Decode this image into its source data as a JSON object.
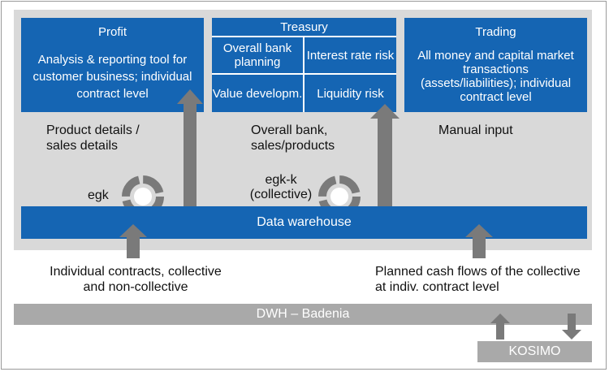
{
  "profit": {
    "title": "Profit",
    "body": "Analysis & reporting tool for customer business; individual contract level"
  },
  "treasury": {
    "title": "Treasury",
    "cells": [
      "Overall bank planning",
      "Interest rate risk",
      "Value developm.",
      "Liquidity risk"
    ]
  },
  "trading": {
    "title": "Trading",
    "body": "All money and capital market transactions (assets/liabilities); individual contract level"
  },
  "labels": {
    "product_details": "Product details / sales details",
    "overall_bank": "Overall bank, sales/products",
    "manual_input": "Manual input",
    "egk": "egk",
    "egkk": "egk-k (collective)",
    "individual": "Individual contracts, collective and non-collective",
    "planned": "Planned cash flows of the collective at indiv. contract level"
  },
  "dwh": "Data warehouse",
  "badenia": "DWH – Badenia",
  "kosimo": "KOSIMO",
  "colors": {
    "blue": "#1565b3",
    "panel": "#d9d9d9",
    "arrow": "#7a7a7a",
    "gray_bar": "#a9a9a9"
  }
}
